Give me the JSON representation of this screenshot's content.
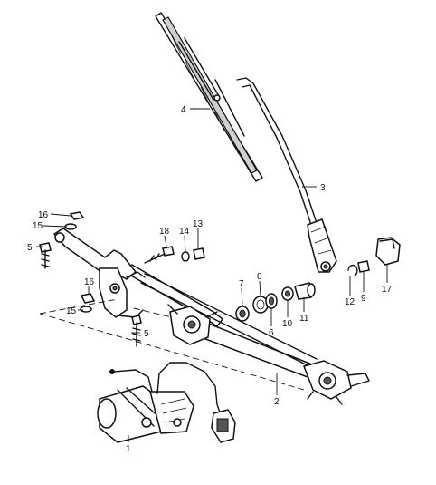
{
  "labels": {
    "p1": "1",
    "p2": "2",
    "p3": "3",
    "p4": "4",
    "p5a": "5",
    "p5b": "5",
    "p6": "6",
    "p7": "7",
    "p8": "8",
    "p9": "9",
    "p10": "10",
    "p11": "11",
    "p12": "12",
    "p13": "13",
    "p14": "14",
    "p15a": "15",
    "p15b": "15",
    "p16a": "16",
    "p16b": "16",
    "p17": "17",
    "p18": "18"
  }
}
